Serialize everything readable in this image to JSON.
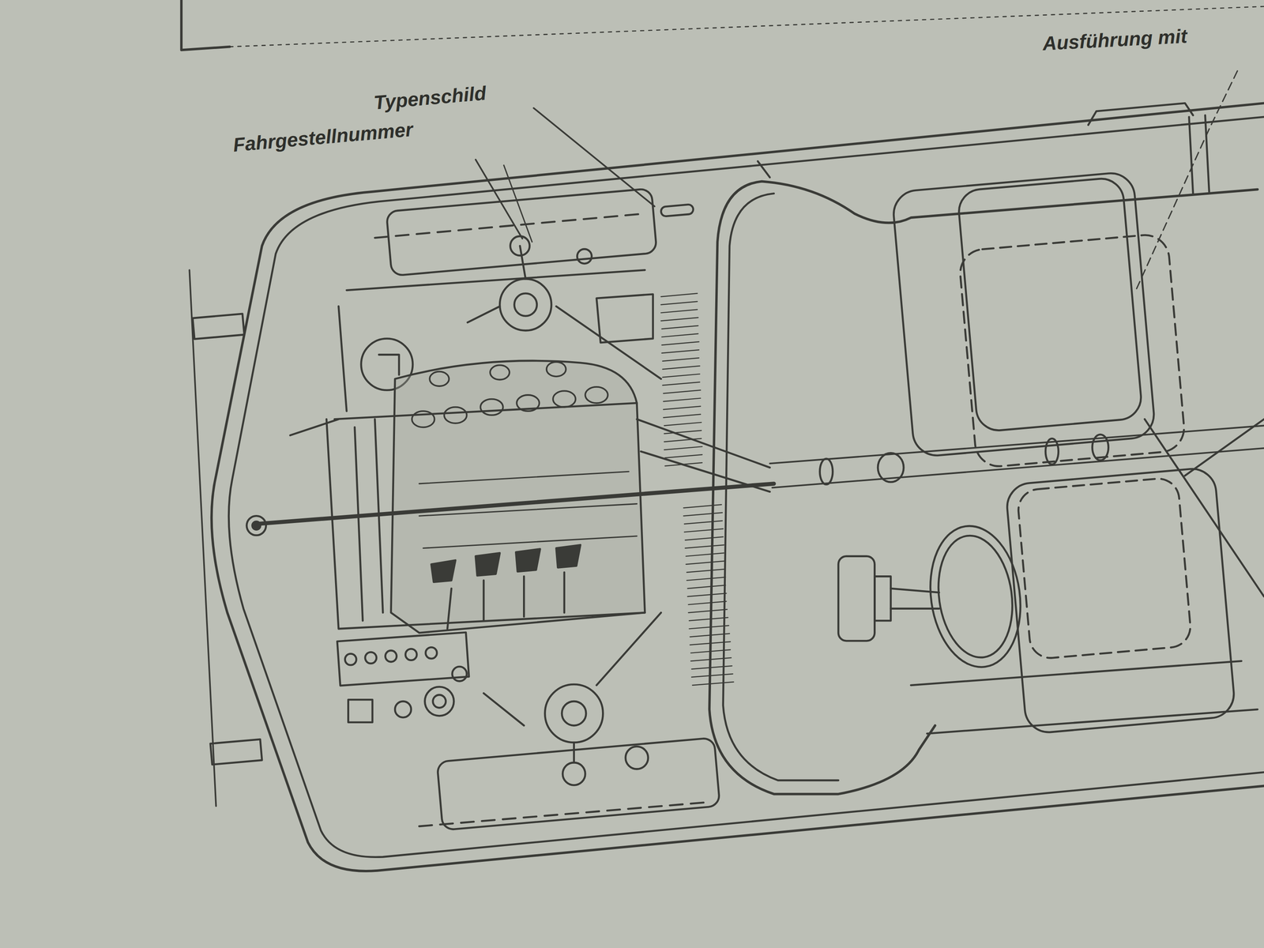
{
  "diagram": {
    "labels": [
      "Typenschild",
      "Fahrgestellnummer",
      "Ausführung mit"
    ]
  }
}
